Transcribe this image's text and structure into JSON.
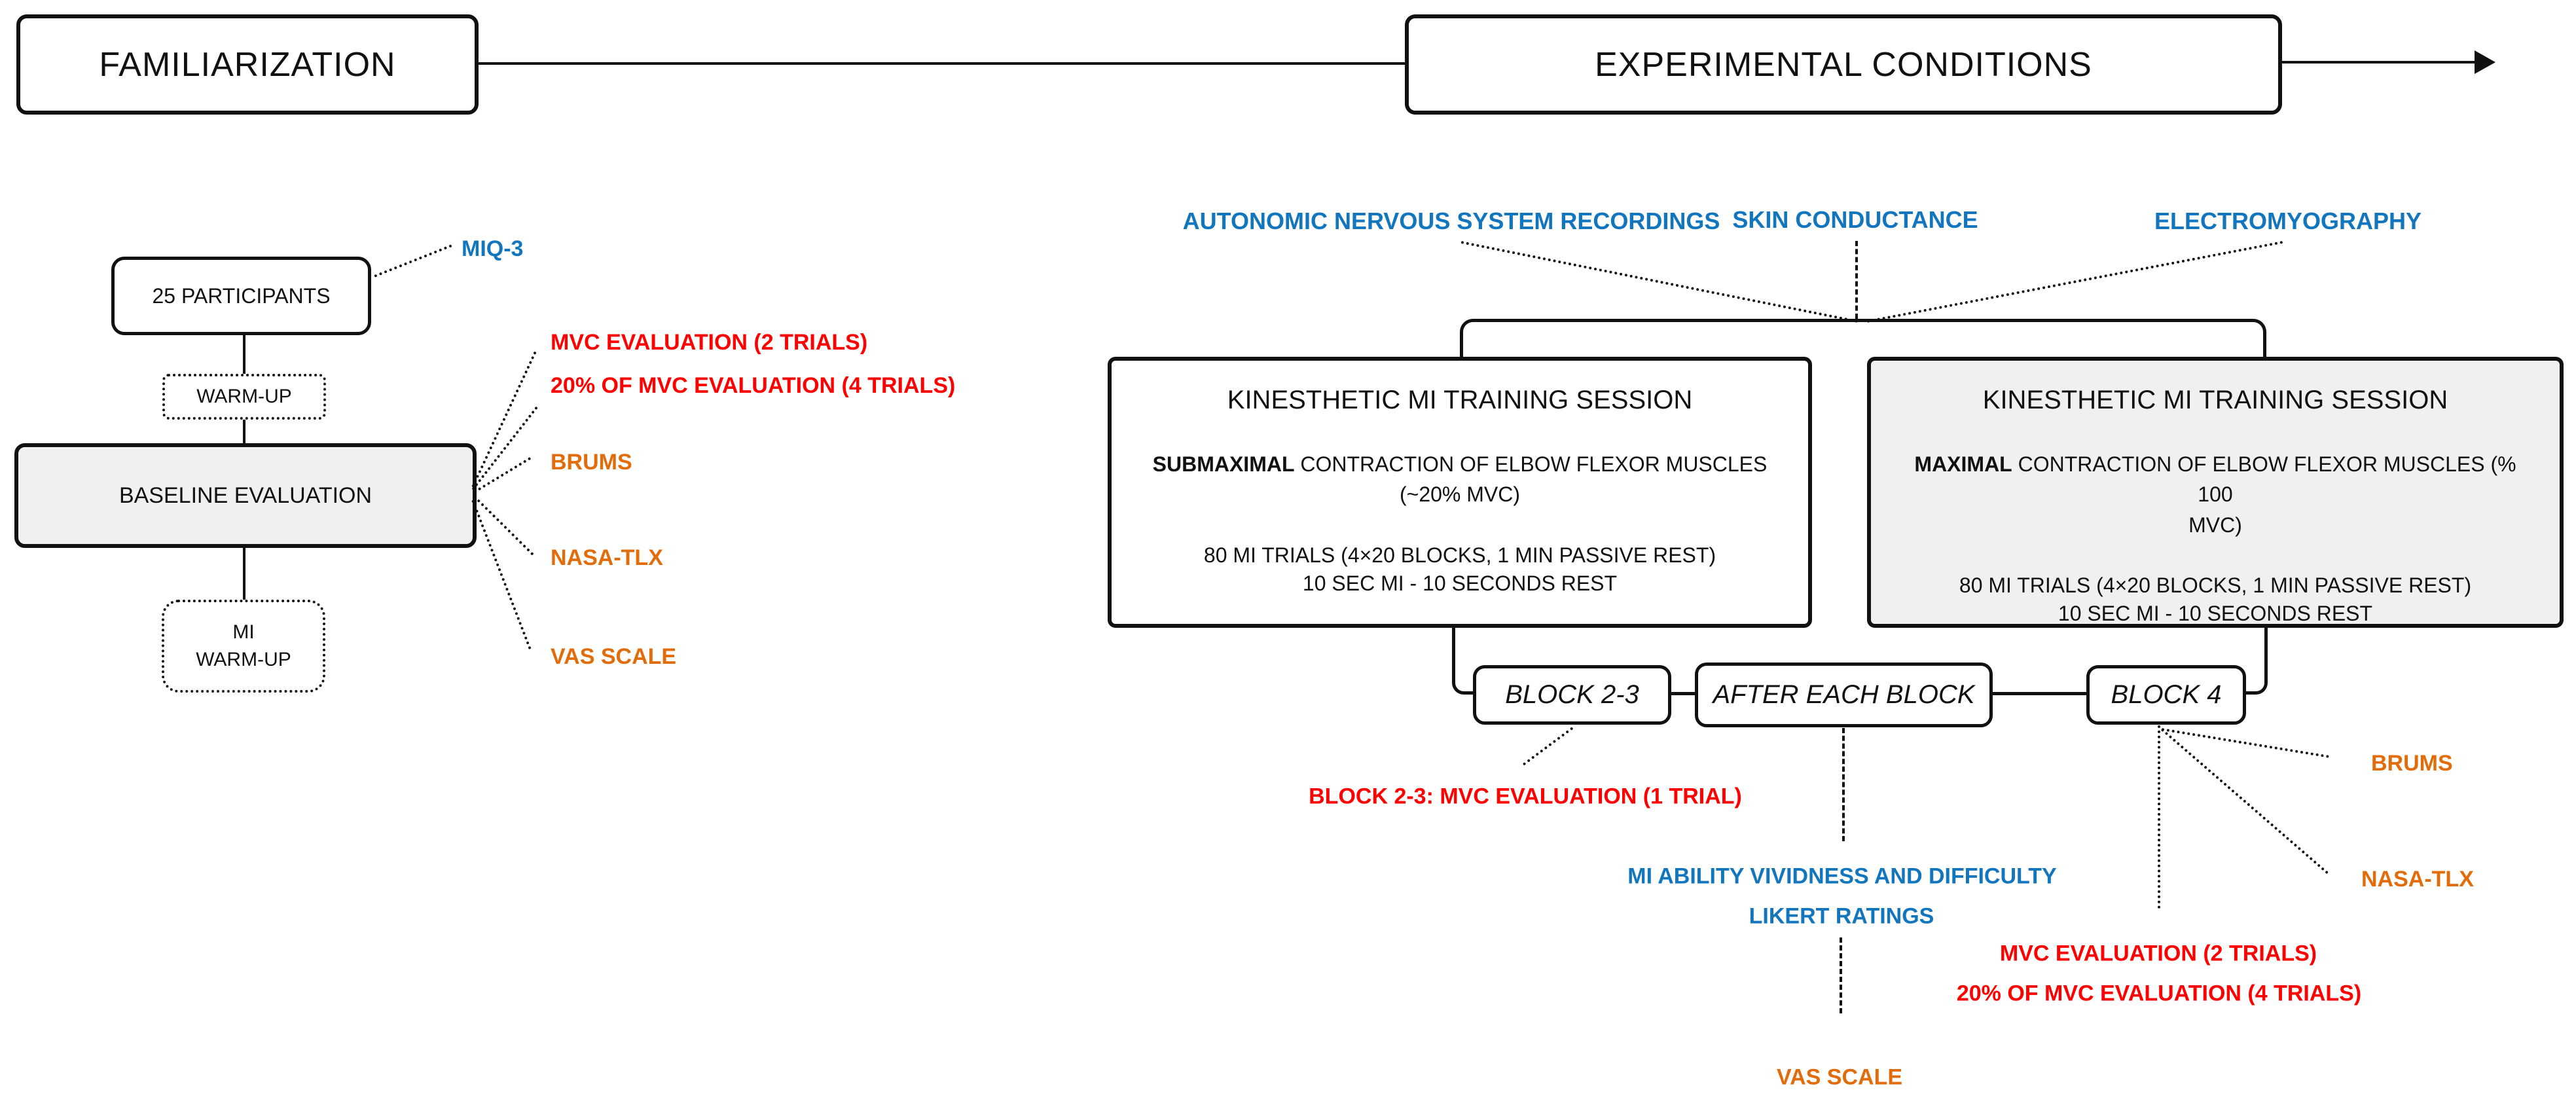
{
  "top_bar": {
    "familiarization": "FAMILIARIZATION",
    "experimental": "EXPERIMENTAL CONDITIONS"
  },
  "left_flow": {
    "participants": "25 PARTICIPANTS",
    "warm_up": "WARM-UP",
    "baseline": "BASELINE EVALUATION",
    "mi_warm_up_line1": "MI",
    "mi_warm_up_line2": "WARM-UP",
    "labels": {
      "miq3": "MIQ-3",
      "mvc": "MVC EVALUATION (2 TRIALS)",
      "mvc20": "20% OF MVC EVALUATION (4 TRIALS)",
      "brums": "BRUMS",
      "nasa": "NASA-TLX",
      "vas": "VAS SCALE"
    }
  },
  "recordings": {
    "ans": "AUTONOMIC NERVOUS SYSTEM RECORDINGS",
    "skin": "SKIN CONDUCTANCE",
    "emg": "ELECTROMYOGRAPHY"
  },
  "sessions": {
    "left": {
      "title": "KINESTHETIC MI TRAINING SESSION",
      "intensity": "SUBMAXIMAL",
      "desc_rest": " CONTRACTION OF ELBOW FLEXOR MUSCLES",
      "desc_line2": "(~20% MVC)",
      "trials_line1": "80 MI TRIALS (4×20 BLOCKS, 1 MIN PASSIVE REST)",
      "trials_line2": "10 SEC MI - 10 SECONDS REST"
    },
    "right": {
      "title": "KINESTHETIC MI TRAINING SESSION",
      "intensity": "MAXIMAL",
      "desc_rest": " CONTRACTION OF ELBOW FLEXOR MUSCLES (% 100",
      "desc_line2": "MVC)",
      "trials_line1": "80 MI TRIALS (4×20 BLOCKS, 1 MIN PASSIVE REST)",
      "trials_line2": "10 SEC MI - 10 SECONDS REST"
    }
  },
  "blocks": {
    "block23": "BLOCK 2-3",
    "after_each": "AFTER EACH BLOCK",
    "block4": "BLOCK 4"
  },
  "bottom_labels": {
    "block23_mvc": "BLOCK 2-3: MVC EVALUATION (1 TRIAL)",
    "mi_ability": "MI ABILITY VIVIDNESS AND DIFFICULTY",
    "likert": "LIKERT RATINGS",
    "vas": "VAS SCALE",
    "brums": "BRUMS",
    "nasa": "NASA-TLX",
    "mvc": "MVC EVALUATION (2 TRIALS)",
    "mvc20": "20% OF MVC EVALUATION (4 TRIALS)"
  },
  "colors": {
    "blue": "#1276BE",
    "red": "#FF0000",
    "orange": "#E36C0A",
    "box-gray": "#F0F0F0",
    "line": "#111111"
  }
}
